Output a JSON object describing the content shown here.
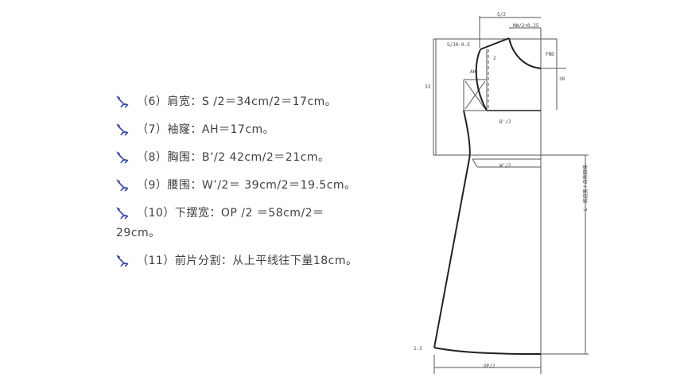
{
  "list": {
    "items": [
      {
        "text": "（6）肩宽：S /2＝34cm/2＝17cm。"
      },
      {
        "text": "（7）袖窿：AH＝17cm。"
      },
      {
        "text": "（8）胸围：B’/2 42cm/2＝21cm。"
      },
      {
        "text": "（9）腰围：W’/2＝ 39cm/2＝19.5cm。"
      },
      {
        "text_line1": "（10）下摆宽：OP /2 ＝58cm/2＝",
        "text_line2": "29cm。"
      },
      {
        "text": "（11）前片分割：从上平线往下量18cm。"
      }
    ]
  },
  "diagram": {
    "labels": {
      "s_over_2": "S/2",
      "nw_label": "NW/2+0.25",
      "ten_minus": "S/10-0.5",
      "two": "2",
      "fnd": "FND",
      "ah": "AH",
      "thirty_three": "33",
      "thirty_eight": "38",
      "b_over_2": "B'/2",
      "w_over_2": "W'/2",
      "op_over_2": "OP/2",
      "vertical_note": "L－底边宽＋自然回缩",
      "one_point": "1.5"
    },
    "colors": {
      "line": "#222222",
      "thin": "#555555",
      "icon": "#3a4aa0"
    }
  }
}
